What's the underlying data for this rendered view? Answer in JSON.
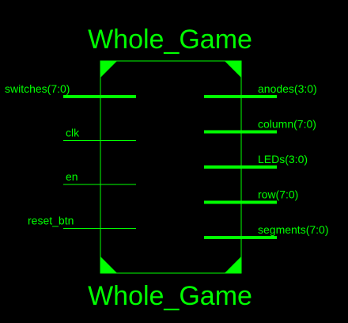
{
  "colors": {
    "background": "#000000",
    "symbol": "#00ff00",
    "text": "#00ff00"
  },
  "block": {
    "title_top": "Whole_Game",
    "title_bottom": "Whole_Game"
  },
  "inputs": [
    {
      "label": "switches(7:0)",
      "bus": true
    },
    {
      "label": "clk",
      "bus": false
    },
    {
      "label": "en",
      "bus": false
    },
    {
      "label": "reset_btn",
      "bus": false
    }
  ],
  "outputs": [
    {
      "label": "anodes(3:0)",
      "bus": true
    },
    {
      "label": "column(7:0)",
      "bus": true
    },
    {
      "label": "LEDs(3:0)",
      "bus": true
    },
    {
      "label": "row(7:0)",
      "bus": true
    },
    {
      "label": "segments(7:0)",
      "bus": true
    }
  ]
}
